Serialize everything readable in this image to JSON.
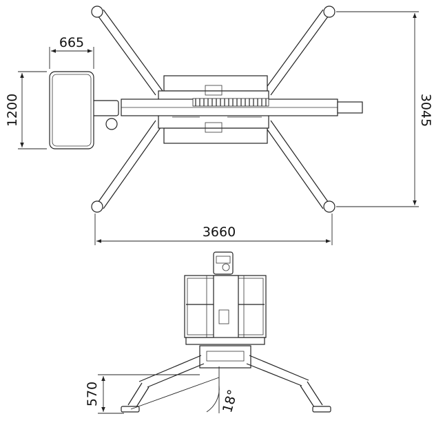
{
  "dimensions": {
    "platform_width": "665",
    "platform_length": "1200",
    "outrigger_span_height": "3045",
    "outrigger_span_width": "3660",
    "ground_clearance": "570",
    "leg_angle": "18°"
  }
}
